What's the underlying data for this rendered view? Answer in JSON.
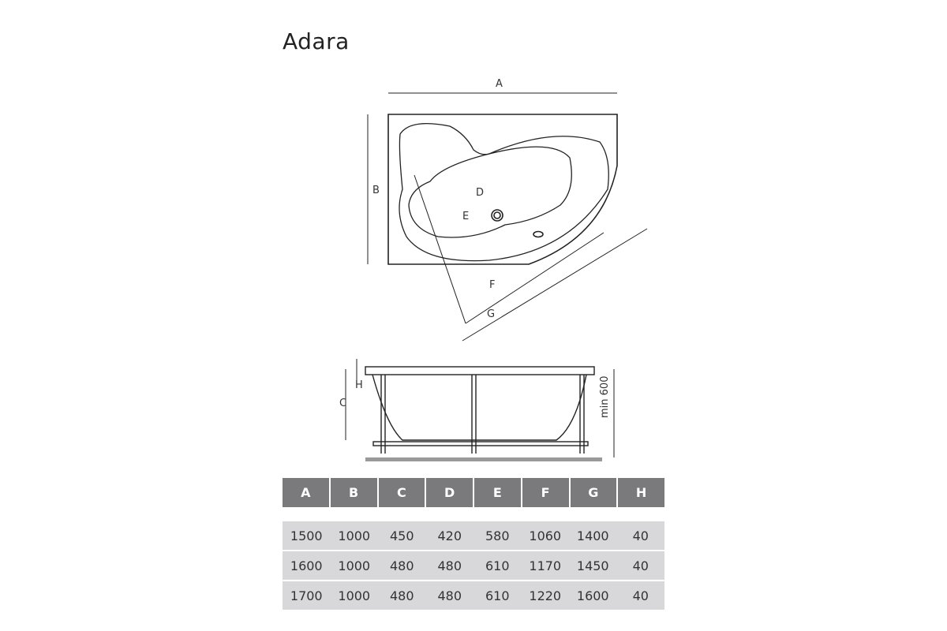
{
  "title": "Adara",
  "diagram_labels": {
    "A": "A",
    "B": "B",
    "C": "C",
    "D": "D",
    "E": "E",
    "F": "F",
    "G": "G",
    "H": "H",
    "min": "min 600"
  },
  "table": {
    "headers": [
      "A",
      "B",
      "C",
      "D",
      "E",
      "F",
      "G",
      "H"
    ],
    "rows": [
      [
        "1500",
        "1000",
        "450",
        "420",
        "580",
        "1060",
        "1400",
        "40"
      ],
      [
        "1600",
        "1000",
        "480",
        "480",
        "610",
        "1170",
        "1450",
        "40"
      ],
      [
        "1700",
        "1000",
        "480",
        "480",
        "610",
        "1220",
        "1600",
        "40"
      ]
    ]
  }
}
